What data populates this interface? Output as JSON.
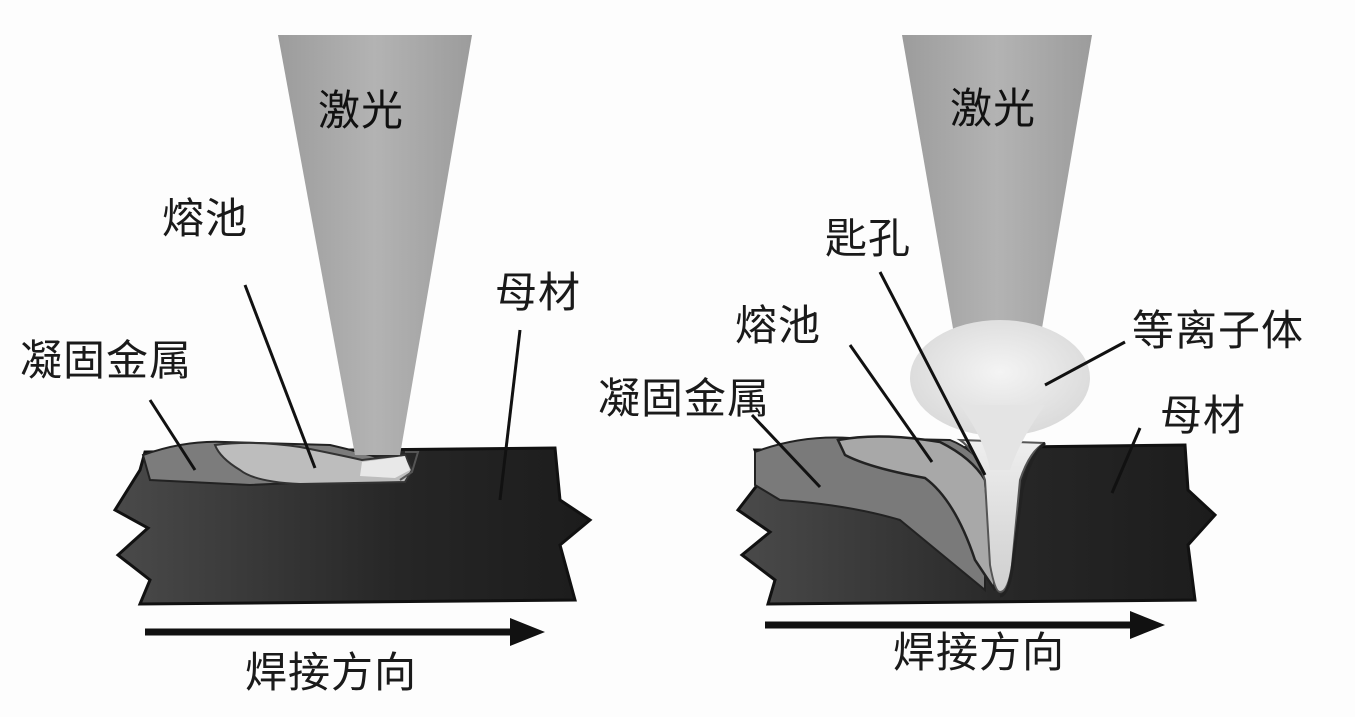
{
  "left_panel": {
    "laser": "激光",
    "molten_pool": "熔池",
    "base_metal": "母材",
    "solidified_metal": "凝固金属",
    "welding_direction": "焊接方向"
  },
  "right_panel": {
    "laser": "激光",
    "keyhole": "匙孔",
    "molten_pool": "熔池",
    "plasma": "等离子体",
    "solidified_metal": "凝固金属",
    "base_metal": "母材",
    "welding_direction": "焊接方向"
  },
  "colors": {
    "beam": "#a9a9a9",
    "plate_dark": "#2b2b2b",
    "solidified": "#7e7e7e",
    "pool": "#bdbdbd",
    "plasma": "#e6e6e6",
    "arrow": "#111111"
  }
}
